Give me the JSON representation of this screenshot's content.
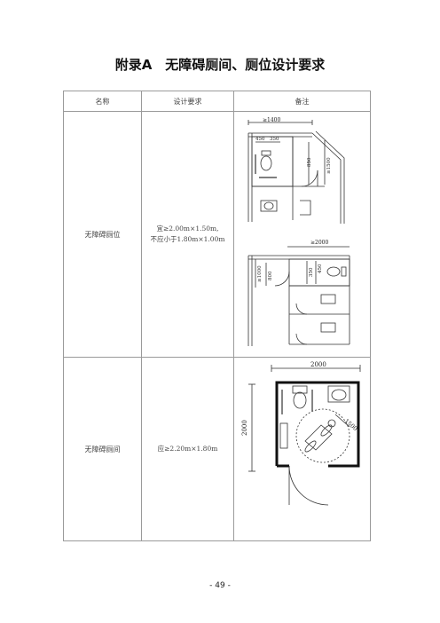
{
  "page": {
    "title": "附录A　无障碍厕间、厕位设计要求",
    "page_number": "- 49 -"
  },
  "table": {
    "headers": [
      "名称",
      "设计要求",
      "备注"
    ],
    "rows": [
      {
        "name": "无障碍厕位",
        "requirement_line1": "宜≥2.00m×1.50m,",
        "requirement_line2": "不应小于1.80m×1.00m",
        "diagram1_labels": {
          "d1400": "≥1400",
          "d450": "450",
          "d350": "350",
          "d850": "850",
          "d1500": "≥1500"
        },
        "diagram2_labels": {
          "d2000": "≥2000",
          "d1000": "≥1000",
          "d800": "800",
          "d350": "350",
          "d450": "450"
        }
      },
      {
        "name": "无障碍厕间",
        "requirement_line1": "应≥2.20m×1.80m",
        "diagram_labels": {
          "width": "2000",
          "height": "2000",
          "turn": "1500"
        }
      }
    ]
  }
}
